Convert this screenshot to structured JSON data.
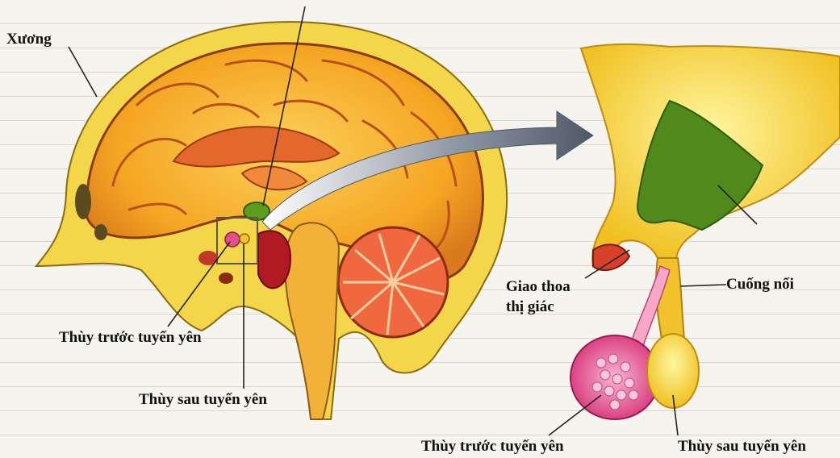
{
  "labels": {
    "bone": "Xương",
    "anterior_left": "Thùy trước tuyến yên",
    "posterior_left": "Thùy sau tuyến yên",
    "optic_chiasm_line1": "Giao thoa",
    "optic_chiasm_line2": "thị giác",
    "stalk": "Cuống nối",
    "anterior_right": "Thùy trước tuyến yên",
    "posterior_right": "Thùy sau tuyến yên"
  },
  "colors": {
    "skull": "#f3d64a",
    "brain": "#f5a623",
    "brain_shadow": "#c0531d",
    "hypothalamus": "#5c9d1e",
    "anterior_lobe": "#e0508a",
    "posterior_lobe": "#f2c22c",
    "arrow": "#707a88"
  }
}
